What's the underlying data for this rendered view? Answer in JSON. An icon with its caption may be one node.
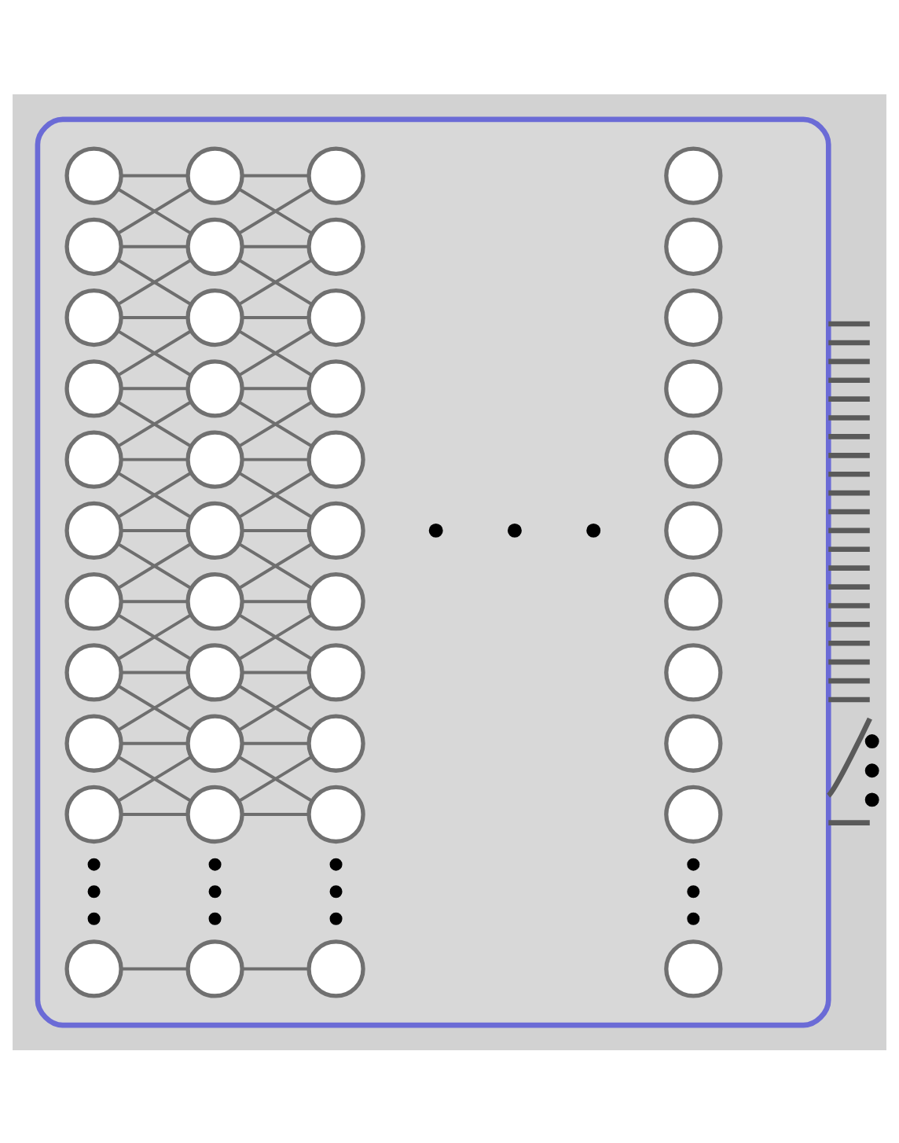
{
  "diagram": {
    "nodes": [
      {
        "text": [],
        "shape": "box"
      },
      {
        "text": [],
        "shape": "circle",
        "in": 0
      },
      {
        "text": [],
        "shape": "circle",
        "in": 0
      },
      {
        "text": [],
        "shape": "circle",
        "in": 0
      },
      {
        "text": [],
        "shape": "circle",
        "in": 0
      },
      {
        "text": [],
        "shape": "circle",
        "in": 0
      },
      {
        "text": [],
        "shape": "circle",
        "in": 0
      },
      {
        "text": [],
        "shape": "circle",
        "in": 0
      },
      {
        "text": [],
        "shape": "circle",
        "in": 0
      },
      {
        "text": [],
        "shape": "circle",
        "in": 0
      },
      {
        "text": [],
        "shape": "circle",
        "in": 0
      },
      {
        "text": [],
        "shape": "circle",
        "in": 0
      },
      {
        "text": [],
        "shape": "circle",
        "in": 0
      },
      {
        "text": [],
        "shape": "circle",
        "in": 0
      },
      {
        "text": [],
        "shape": "circle",
        "in": 0
      },
      {
        "text": [],
        "shape": "circle",
        "in": 0
      },
      {
        "text": [],
        "shape": "circle",
        "in": 0
      },
      {
        "text": [],
        "shape": "circle",
        "in": 0
      },
      {
        "text": [],
        "shape": "circle",
        "in": 0
      },
      {
        "text": [],
        "shape": "circle",
        "in": 0
      },
      {
        "text": [],
        "shape": "circle",
        "in": 0
      },
      {
        "text": [],
        "shape": "circle",
        "in": 0
      },
      {
        "text": [],
        "shape": "circle",
        "in": 0
      },
      {
        "text": [],
        "shape": "circle",
        "in": 0
      },
      {
        "text": [],
        "shape": "circle",
        "in": 0
      },
      {
        "text": [],
        "shape": "circle",
        "in": 0
      },
      {
        "text": [],
        "shape": "circle",
        "in": 0
      },
      {
        "text": [],
        "shape": "circle",
        "in": 0
      },
      {
        "text": [],
        "shape": "circle",
        "in": 0
      },
      {
        "text": [],
        "shape": "circle",
        "in": 0
      },
      {
        "text": [],
        "shape": "circle",
        "in": 0
      },
      {
        "text": [],
        "shape": "circle",
        "in": 0
      },
      {
        "text": [],
        "shape": "circle",
        "in": 0
      },
      {
        "text": [],
        "shape": "circle",
        "in": 0
      },
      {
        "text": [],
        "shape": "circle",
        "in": 0
      },
      {
        "text": [],
        "shape": "circle",
        "in": 0
      },
      {
        "text": [],
        "shape": "circle",
        "in": 0
      },
      {
        "text": [],
        "shape": "circle",
        "in": 0
      },
      {
        "text": [],
        "shape": "circle",
        "in": 0
      },
      {
        "text": [],
        "shape": "circle",
        "in": 0
      },
      {
        "text": [],
        "shape": "circle",
        "in": 0
      },
      {
        "text": [],
        "shape": "circle",
        "in": 0
      },
      {
        "text": [],
        "shape": "circle",
        "in": 0
      },
      {
        "text": [],
        "shape": "circle",
        "in": 0
      },
      {
        "text": [],
        "shape": "circle",
        "in": 0
      }
    ],
    "edges": [
      {
        "from": 1,
        "to": 2,
        "arrow": "none"
      },
      {
        "from": 1,
        "to": 6,
        "arrow": "none"
      },
      {
        "from": 5,
        "to": 2,
        "arrow": "none"
      },
      {
        "from": 2,
        "to": 3,
        "arrow": "none"
      },
      {
        "from": 2,
        "to": 7,
        "arrow": "none"
      },
      {
        "from": 6,
        "to": 3,
        "arrow": "none"
      },
      {
        "from": 5,
        "to": 6,
        "arrow": "none"
      },
      {
        "from": 5,
        "to": 10,
        "arrow": "none"
      },
      {
        "from": 9,
        "to": 6,
        "arrow": "none"
      },
      {
        "from": 6,
        "to": 7,
        "arrow": "none"
      },
      {
        "from": 6,
        "to": 11,
        "arrow": "none"
      },
      {
        "from": 10,
        "to": 7,
        "arrow": "none"
      },
      {
        "from": 9,
        "to": 10,
        "arrow": "none"
      },
      {
        "from": 9,
        "to": 14,
        "arrow": "none"
      },
      {
        "from": 13,
        "to": 10,
        "arrow": "none"
      },
      {
        "from": 10,
        "to": 11,
        "arrow": "none"
      },
      {
        "from": 10,
        "to": 15,
        "arrow": "none"
      },
      {
        "from": 14,
        "to": 11,
        "arrow": "none"
      },
      {
        "from": 13,
        "to": 14,
        "arrow": "none"
      },
      {
        "from": 13,
        "to": 18,
        "arrow": "none"
      },
      {
        "from": 17,
        "to": 14,
        "arrow": "none"
      },
      {
        "from": 14,
        "to": 15,
        "arrow": "none"
      },
      {
        "from": 14,
        "to": 19,
        "arrow": "none"
      },
      {
        "from": 18,
        "to": 15,
        "arrow": "none"
      },
      {
        "from": 17,
        "to": 18,
        "arrow": "none"
      },
      {
        "from": 17,
        "to": 22,
        "arrow": "none"
      },
      {
        "from": 21,
        "to": 18,
        "arrow": "none"
      },
      {
        "from": 18,
        "to": 19,
        "arrow": "none"
      },
      {
        "from": 18,
        "to": 23,
        "arrow": "none"
      },
      {
        "from": 22,
        "to": 19,
        "arrow": "none"
      },
      {
        "from": 21,
        "to": 22,
        "arrow": "none"
      },
      {
        "from": 21,
        "to": 26,
        "arrow": "none"
      },
      {
        "from": 25,
        "to": 22,
        "arrow": "none"
      },
      {
        "from": 22,
        "to": 23,
        "arrow": "none"
      },
      {
        "from": 22,
        "to": 27,
        "arrow": "none"
      },
      {
        "from": 26,
        "to": 23,
        "arrow": "none"
      },
      {
        "from": 25,
        "to": 26,
        "arrow": "none"
      },
      {
        "from": 25,
        "to": 30,
        "arrow": "none"
      },
      {
        "from": 29,
        "to": 26,
        "arrow": "none"
      },
      {
        "from": 26,
        "to": 27,
        "arrow": "none"
      },
      {
        "from": 26,
        "to": 31,
        "arrow": "none"
      },
      {
        "from": 30,
        "to": 27,
        "arrow": "none"
      },
      {
        "from": 29,
        "to": 30,
        "arrow": "none"
      },
      {
        "from": 29,
        "to": 34,
        "arrow": "none"
      },
      {
        "from": 33,
        "to": 30,
        "arrow": "none"
      },
      {
        "from": 30,
        "to": 31,
        "arrow": "none"
      },
      {
        "from": 30,
        "to": 35,
        "arrow": "none"
      },
      {
        "from": 34,
        "to": 31,
        "arrow": "none"
      },
      {
        "from": 33,
        "to": 34,
        "arrow": "none"
      },
      {
        "from": 33,
        "to": 38,
        "arrow": "none"
      },
      {
        "from": 37,
        "to": 34,
        "arrow": "none"
      },
      {
        "from": 34,
        "to": 35,
        "arrow": "none"
      },
      {
        "from": 34,
        "to": 39,
        "arrow": "none"
      },
      {
        "from": 38,
        "to": 35,
        "arrow": "none"
      },
      {
        "from": 37,
        "to": 38,
        "arrow": "none"
      },
      {
        "from": 38,
        "to": 39,
        "arrow": "none"
      },
      {
        "from": 41,
        "to": 42,
        "arrow": "none"
      },
      {
        "from": 42,
        "to": 43,
        "arrow": "none"
      },
      {
        "from": 0,
        "to": null,
        "arrow": "none"
      },
      {
        "from": 0,
        "to": null,
        "arrow": "none"
      },
      {
        "from": 0,
        "to": null,
        "arrow": "none"
      },
      {
        "from": 0,
        "to": null,
        "arrow": "none"
      },
      {
        "from": 0,
        "to": null,
        "arrow": "none"
      },
      {
        "from": 0,
        "to": null,
        "arrow": "none"
      },
      {
        "from": 0,
        "to": null,
        "arrow": "none"
      },
      {
        "from": 0,
        "to": null,
        "arrow": "none"
      },
      {
        "from": 0,
        "to": null,
        "arrow": "none"
      },
      {
        "from": 0,
        "to": null,
        "arrow": "none"
      },
      {
        "from": 0,
        "to": null,
        "arrow": "none"
      },
      {
        "from": 0,
        "to": null,
        "arrow": "none"
      },
      {
        "from": 0,
        "to": null,
        "arrow": "none"
      },
      {
        "from": 0,
        "to": null,
        "arrow": "none"
      },
      {
        "from": 0,
        "to": null,
        "arrow": "none"
      },
      {
        "from": 0,
        "to": null,
        "arrow": "none"
      },
      {
        "from": 0,
        "to": null,
        "arrow": "none"
      },
      {
        "from": 0,
        "to": null,
        "arrow": "none"
      },
      {
        "from": 0,
        "to": null,
        "arrow": "none"
      },
      {
        "from": 0,
        "to": null,
        "arrow": "none"
      },
      {
        "from": 0,
        "to": null,
        "arrow": "none"
      },
      {
        "from": 0,
        "to": null,
        "arrow": "none"
      },
      {
        "from": 0,
        "to": null,
        "arrow": "none"
      }
    ]
  }
}
